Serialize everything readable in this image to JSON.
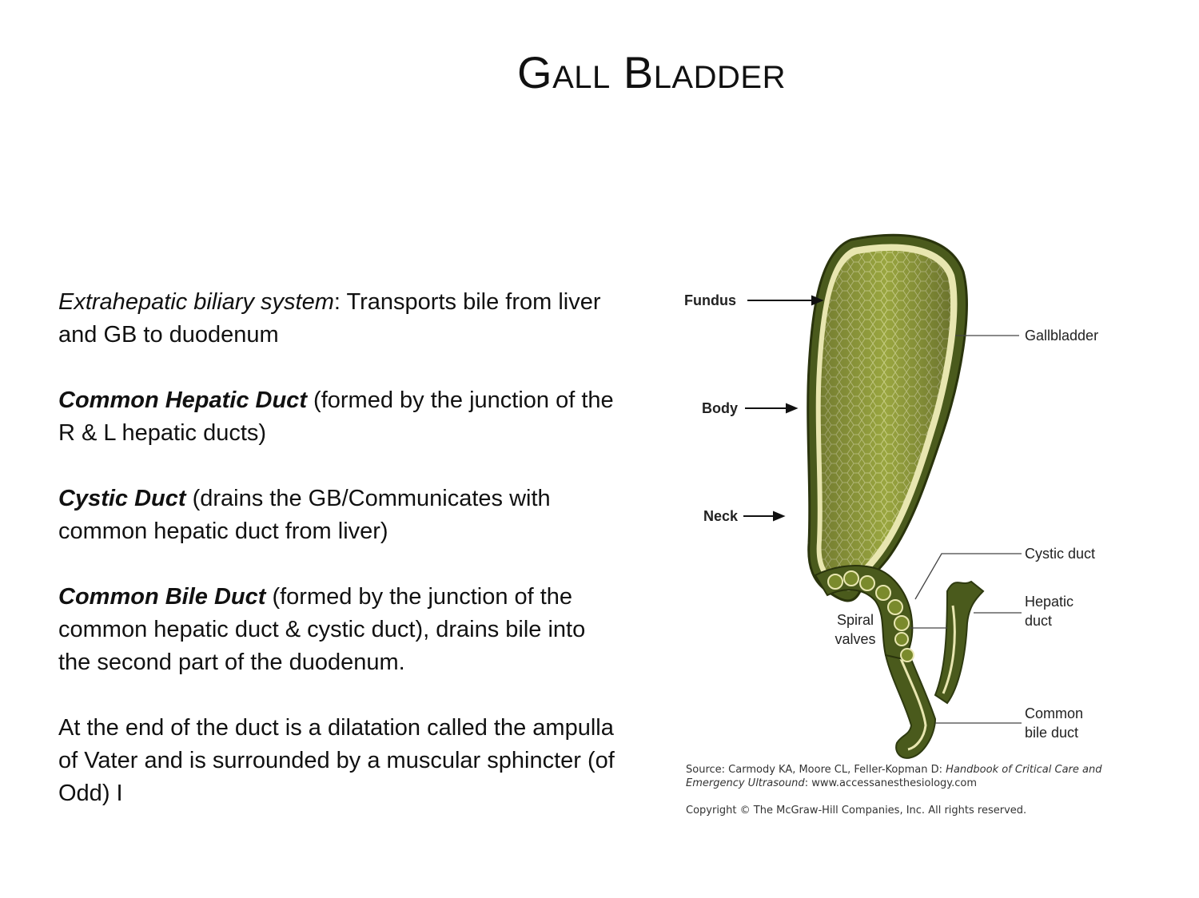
{
  "slide": {
    "title_g": "G",
    "title_all": "ALL",
    "title_b": "B",
    "title_ladder": "LADDER"
  },
  "paragraphs": {
    "p1_lead": "Extrahepatic biliary system",
    "p1_rest": ": Transports bile from liver and GB to duodenum",
    "p2_lead": "Common Hepatic Duct",
    "p2_rest": " (formed by the junction of the R & L hepatic ducts)",
    "p3_lead": "Cystic Duct",
    "p3_rest": " (drains the GB/Communicates with common hepatic duct from liver)",
    "p4_lead": "Common Bile Duct",
    "p4_rest": " (formed by the junction of the common hepatic duct & cystic duct), drains bile into the second part of the duodenum.",
    "p5": "At the end of the duct is a dilatation called the ampulla of Vater and is surrounded by a muscular sphincter (of Odd) I"
  },
  "figure": {
    "labels": {
      "fundus": "Fundus",
      "body": "Body",
      "neck": "Neck",
      "gallbladder": "Gallbladder",
      "cystic_duct": "Cystic duct",
      "hepatic_duct_1": "Hepatic",
      "hepatic_duct_2": "duct",
      "spiral_1": "Spiral",
      "spiral_2": "valves",
      "common_1": "Common",
      "common_2": "bile duct"
    },
    "source_prefix": "Source: Carmody KA, Moore CL, Feller-Kopman D: ",
    "source_title": "Handbook of Critical Care and Emergency Ultrasound",
    "source_suffix": ": www.accessanesthesiology.com",
    "copyright": "Copyright © The McGraw-Hill Companies, Inc. All rights reserved.",
    "colors": {
      "wall": "#4a5a1c",
      "lining": "#8a9a3a",
      "mucosa": "#9aa640",
      "rim": "#e8e6b0"
    }
  }
}
